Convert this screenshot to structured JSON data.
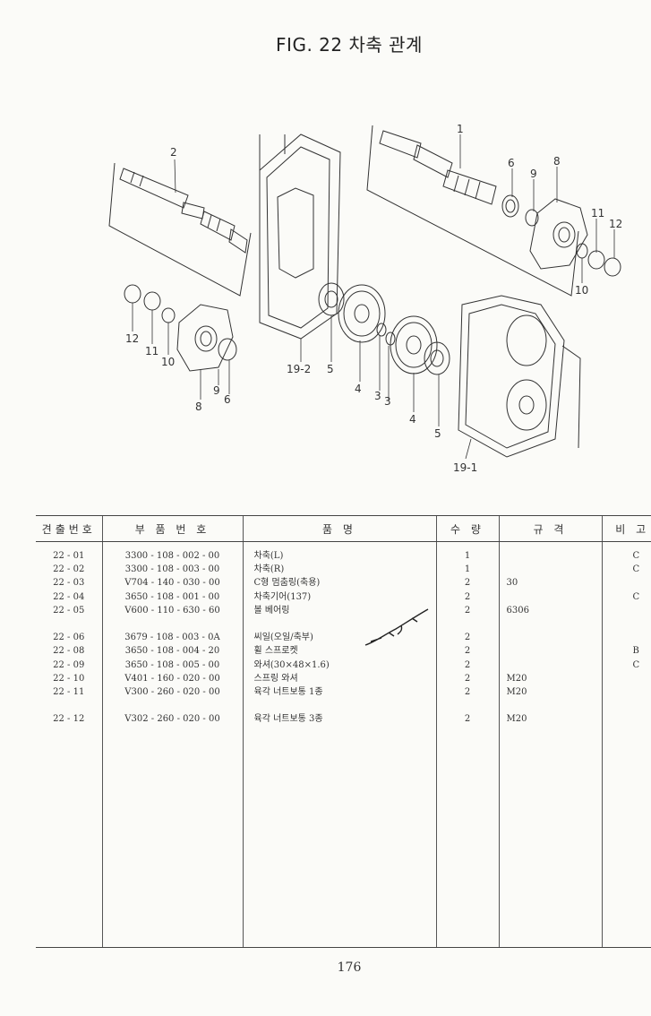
{
  "page": {
    "title": "FIG. 22 차축 관계",
    "page_number": "176"
  },
  "diagram": {
    "callouts": [
      "1",
      "2",
      "3",
      "3",
      "4",
      "4",
      "5",
      "5",
      "6",
      "6",
      "8",
      "8",
      "9",
      "9",
      "10",
      "10",
      "11",
      "11",
      "12",
      "12",
      "19-1",
      "19-2"
    ]
  },
  "table": {
    "headers": {
      "no": "견출번호",
      "part": "부 품 번 호",
      "name": "품       명",
      "qty": "수 량",
      "spec": "규   격",
      "note": "비 고"
    },
    "rows": [
      {
        "no": "22 - 01",
        "part": "3300 - 108 - 002 - 00",
        "name": "차축(L)",
        "qty": "1",
        "spec": "",
        "note": "C"
      },
      {
        "no": "22 - 02",
        "part": "3300 - 108 - 003 - 00",
        "name": "차축(R)",
        "qty": "1",
        "spec": "",
        "note": "C"
      },
      {
        "no": "22 - 03",
        "part": "V704 - 140 - 030 - 00",
        "name": "C형 멈춤링(축용)",
        "qty": "2",
        "spec": "30",
        "note": ""
      },
      {
        "no": "22 - 04",
        "part": "3650 - 108 - 001 - 00",
        "name": "차축기어(137)",
        "qty": "2",
        "spec": "",
        "note": "C"
      },
      {
        "no": "22 - 05",
        "part": "V600 - 110 - 630 - 60",
        "name": "볼 베어링",
        "qty": "2",
        "spec": "6306",
        "note": ""
      },
      {
        "no": "",
        "part": "",
        "name": "",
        "qty": "",
        "spec": "",
        "note": ""
      },
      {
        "no": "22 - 06",
        "part": "3679 - 108 - 003 - 0A",
        "name": "씨일(오일/축부)",
        "qty": "2",
        "spec": "",
        "note": ""
      },
      {
        "no": "22 - 08",
        "part": "3650 - 108 - 004 - 20",
        "name": "휠 스프로켓",
        "qty": "2",
        "spec": "",
        "note": "B"
      },
      {
        "no": "22 - 09",
        "part": "3650 - 108 - 005 - 00",
        "name": "와셔(30×48×1.6)",
        "qty": "2",
        "spec": "",
        "note": "C"
      },
      {
        "no": "22 - 10",
        "part": "V401 - 160 - 020 - 00",
        "name": "스프링 와셔",
        "qty": "2",
        "spec": "M20",
        "note": ""
      },
      {
        "no": "22 - 11",
        "part": "V300 - 260 - 020 - 00",
        "name": "육각 너트보통 1종",
        "qty": "2",
        "spec": "M20",
        "note": ""
      },
      {
        "no": "",
        "part": "",
        "name": "",
        "qty": "",
        "spec": "",
        "note": ""
      },
      {
        "no": "22 - 12",
        "part": "V302 - 260 - 020 - 00",
        "name": "육각 너트보통 3종",
        "qty": "2",
        "spec": "M20",
        "note": ""
      }
    ]
  }
}
